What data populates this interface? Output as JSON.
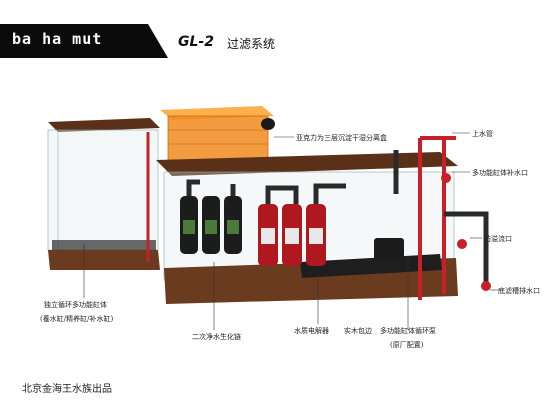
{
  "brand": {
    "logo_text": "ba ha mut",
    "model": "GL-2",
    "system_name": "过滤系统"
  },
  "callouts": {
    "protein_box": "亚克力为三层沉淀干湿分离盒",
    "inlet_pipe": "上水管",
    "multi_tank_inlet": "多功能缸体补水口",
    "overflow_outlet": "防溢流口",
    "bottom_drain": "底滤槽排水口",
    "independent_tank": "独立循环多功能缸体",
    "independent_tank_sub": "(養水缸/精养缸/补水缸)",
    "secondary_bio": "二次净水生化链",
    "water_electrolyzer": "水质电解器",
    "solid_pack": "实木包边",
    "multi_pump": "多功能缸体循环泵",
    "multi_pump_sub": "(原厂配置)"
  },
  "credit": "北京金海王水族出品",
  "colors": {
    "wood": "#6b3b1f",
    "red_pipe": "#c8202a",
    "orange_box": "#f08a1e",
    "black_pipe": "#2a2a2a",
    "glass": "#d9e6ea"
  }
}
